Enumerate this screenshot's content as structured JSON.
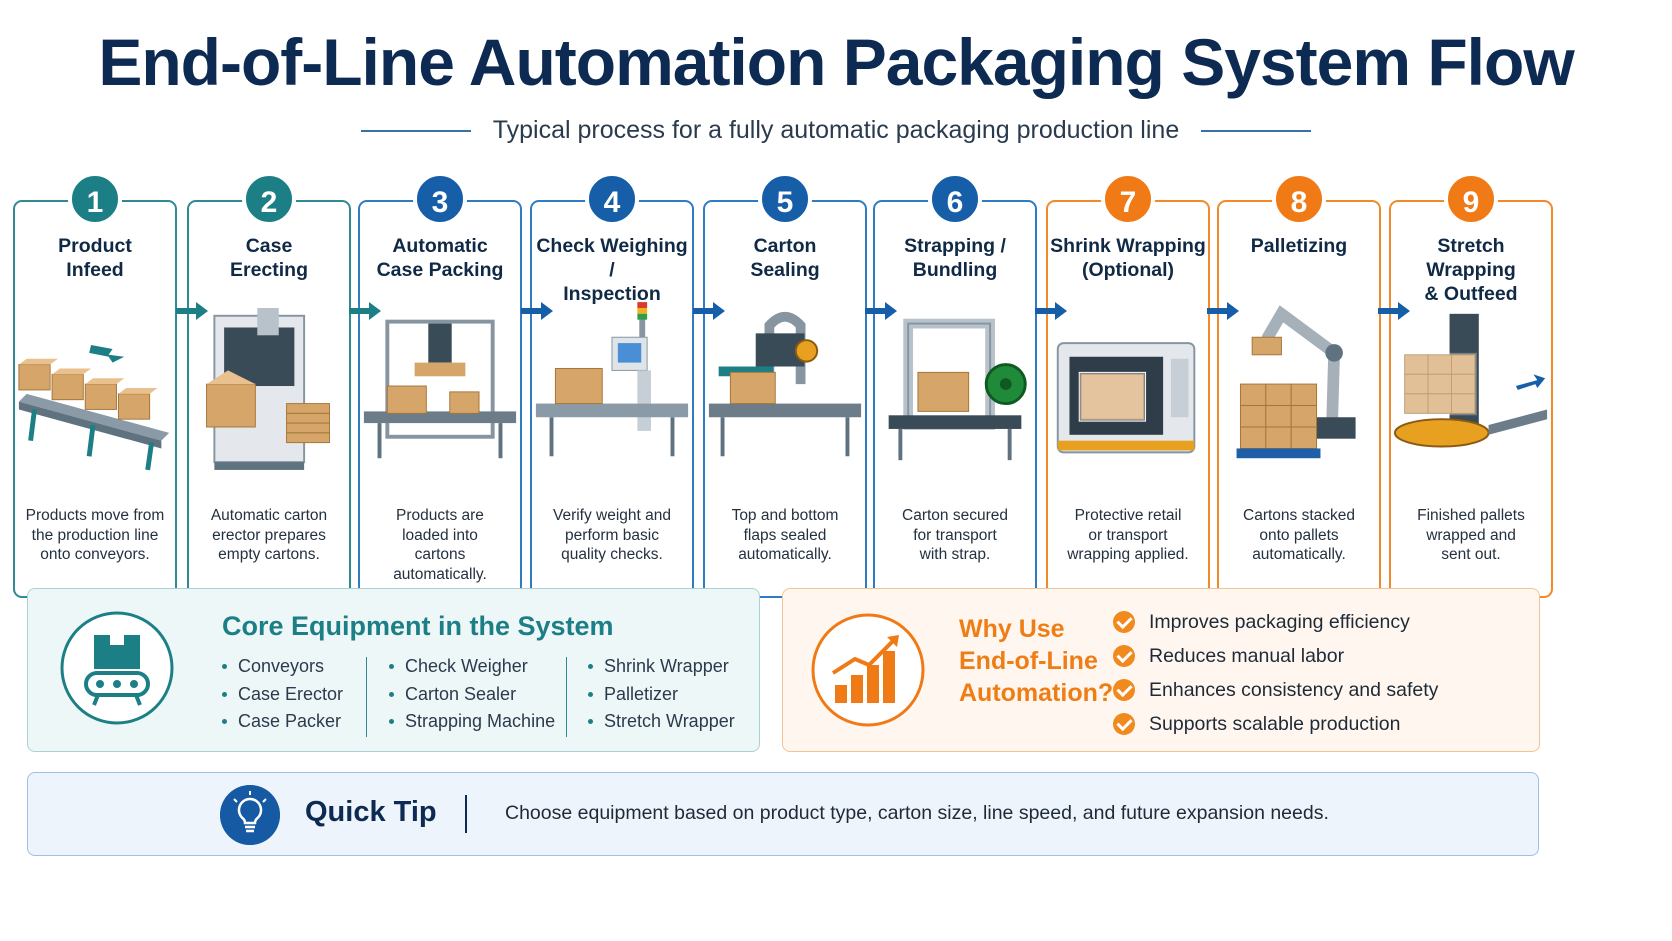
{
  "header": {
    "title": "End-of-Line Automation Packaging System Flow",
    "subtitle": "Typical process for a fully automatic packaging production line"
  },
  "colors": {
    "teal": "#1c7f86",
    "blue": "#165fa8",
    "orange": "#f07a16",
    "navy": "#0d2a52",
    "carton": "#d6a56a"
  },
  "steps": [
    {
      "number": "1",
      "title_1": "Product",
      "title_2": "Infeed",
      "desc_1": "Products move from",
      "desc_2": "the production line",
      "desc_3": "onto conveyors.",
      "theme": "teal",
      "illustration": "conveyor-boxes-icon"
    },
    {
      "number": "2",
      "title_1": "Case",
      "title_2": "Erecting",
      "desc_1": "Automatic carton",
      "desc_2": "erector prepares",
      "desc_3": "empty cartons.",
      "theme": "teal",
      "illustration": "case-erector-icon"
    },
    {
      "number": "3",
      "title_1": "Automatic",
      "title_2": "Case Packing",
      "desc_1": "Products are",
      "desc_2": "loaded into",
      "desc_3": "cartons automatically.",
      "theme": "blue",
      "illustration": "case-packer-icon"
    },
    {
      "number": "4",
      "title_1": "Check Weighing /",
      "title_2": "Inspection",
      "desc_1": "Verify weight and",
      "desc_2": "perform basic",
      "desc_3": "quality checks.",
      "theme": "blue",
      "illustration": "check-weigher-icon"
    },
    {
      "number": "5",
      "title_1": "Carton",
      "title_2": "Sealing",
      "desc_1": "Top and bottom",
      "desc_2": "flaps sealed",
      "desc_3": "automatically.",
      "theme": "blue",
      "illustration": "carton-sealer-icon"
    },
    {
      "number": "6",
      "title_1": "Strapping /",
      "title_2": "Bundling",
      "desc_1": "Carton secured",
      "desc_2": "for transport",
      "desc_3": "with strap.",
      "theme": "blue",
      "illustration": "strapping-machine-icon"
    },
    {
      "number": "7",
      "title_1": "Shrink Wrapping",
      "title_2": "(Optional)",
      "desc_1": "Protective retail",
      "desc_2": "or transport",
      "desc_3": "wrapping applied.",
      "theme": "orange",
      "illustration": "shrink-wrapper-icon"
    },
    {
      "number": "8",
      "title_1": "Palletizing",
      "title_2": "",
      "desc_1": "Cartons stacked",
      "desc_2": "onto pallets",
      "desc_3": "automatically.",
      "theme": "orange",
      "illustration": "robot-palletizer-icon"
    },
    {
      "number": "9",
      "title_1": "Stretch Wrapping",
      "title_2": "& Outfeed",
      "desc_1": "Finished pallets",
      "desc_2": "wrapped and",
      "desc_3": "sent out.",
      "theme": "orange",
      "illustration": "stretch-wrapper-icon"
    }
  ],
  "core": {
    "title": "Core Equipment in the System",
    "icon": "conveyor-box-icon",
    "col1": [
      "Conveyors",
      "Case Erector",
      "Case Packer"
    ],
    "col2": [
      "Check Weigher",
      "Carton Sealer",
      "Strapping Machine"
    ],
    "col3": [
      "Shrink Wrapper",
      "Palletizer",
      "Stretch Wrapper"
    ]
  },
  "why": {
    "title_1": "Why Use",
    "title_2": "End-of-Line",
    "title_3": "Automation?",
    "icon": "growth-chart-icon",
    "benefits": [
      "Improves packaging efficiency",
      "Reduces manual labor",
      "Enhances consistency and safety",
      "Supports scalable production"
    ]
  },
  "tip": {
    "label": "Quick Tip",
    "icon": "lightbulb-icon",
    "text": "Choose equipment based on product type, carton size, line speed, and future expansion needs."
  }
}
